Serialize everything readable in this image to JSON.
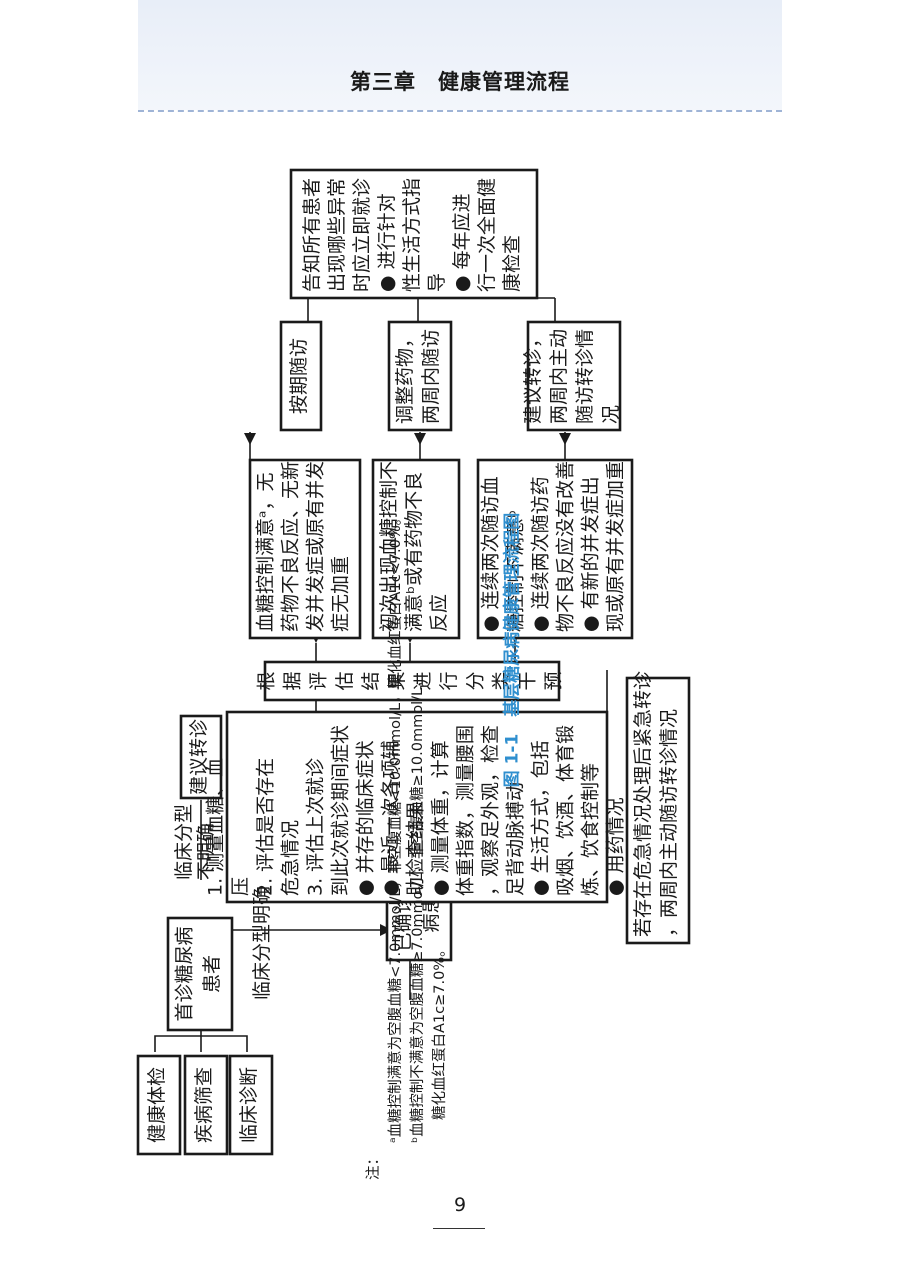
{
  "header": {
    "title": "第三章　健康管理流程"
  },
  "flowchart": {
    "sources": [
      "健康体检",
      "疾病筛查",
      "临床诊断"
    ],
    "first_visit": "首诊糖尿病患者",
    "unclear_label": "临床分型不明确",
    "clear_label": "临床分型明确",
    "referral": "建议转诊",
    "confirmed": "已确诊糖尿病患者",
    "assessment": [
      "1. 测量血糖、血压",
      "2. 评估是否存在危急情况",
      "3. 评估上次就诊到此次就诊期间症状",
      "● 并存的临床症状",
      "● 最近一次各项辅助检查结果",
      "● 测量体重，计算体重指数，测量腰围，观察足外观，检查足背动脉搏动",
      "● 生活方式，包括吸烟、饮酒、体育锻炼、饮食控制等",
      "● 用药情况"
    ],
    "emergency": "若存在危急情况处理后紧急转诊，两周内主动随访转诊情况",
    "classify": "根据评估结果进行分类干预",
    "cond1": "血糖控制满意ᵃ，无药物不良反应、无新发并发症或原有并发症无加重",
    "cond2": "初次出现血糖控制不满意ᵇ或有药物不良反应",
    "cond3": [
      "● 连续两次随访血糖控制不满意ᵇ",
      "● 连续两次随访药物不良反应没有改善",
      "● 有新的并发症出现或原有并发症加重"
    ],
    "act1": "按期随访",
    "act2": "调整药物，两周内随访",
    "act3": "建议转诊，两周内主动随访转诊情况",
    "final": [
      "告知所有患者出现哪些异常时应立即就诊",
      "● 进行针对性生活方式指导",
      "● 每年应进行一次全面健康检查"
    ]
  },
  "caption": "图 1-1　基层糖尿病健康管理流程图",
  "notes": {
    "label": "注：",
    "a_part1": "ᵃ血糖控制满意为空腹血糖<7.0mmol/L，非空腹血糖<10.0mmol/L，糖化血红蛋白A1c<7.0%。",
    "b_part1": "ᵇ血糖控制不满意为空腹血糖≥7.0mmol/L，非空腹血糖≥10.0mmol/L，",
    "b_part2": "糖化血红蛋白A1c≥7.0%。"
  },
  "page_number": "9"
}
